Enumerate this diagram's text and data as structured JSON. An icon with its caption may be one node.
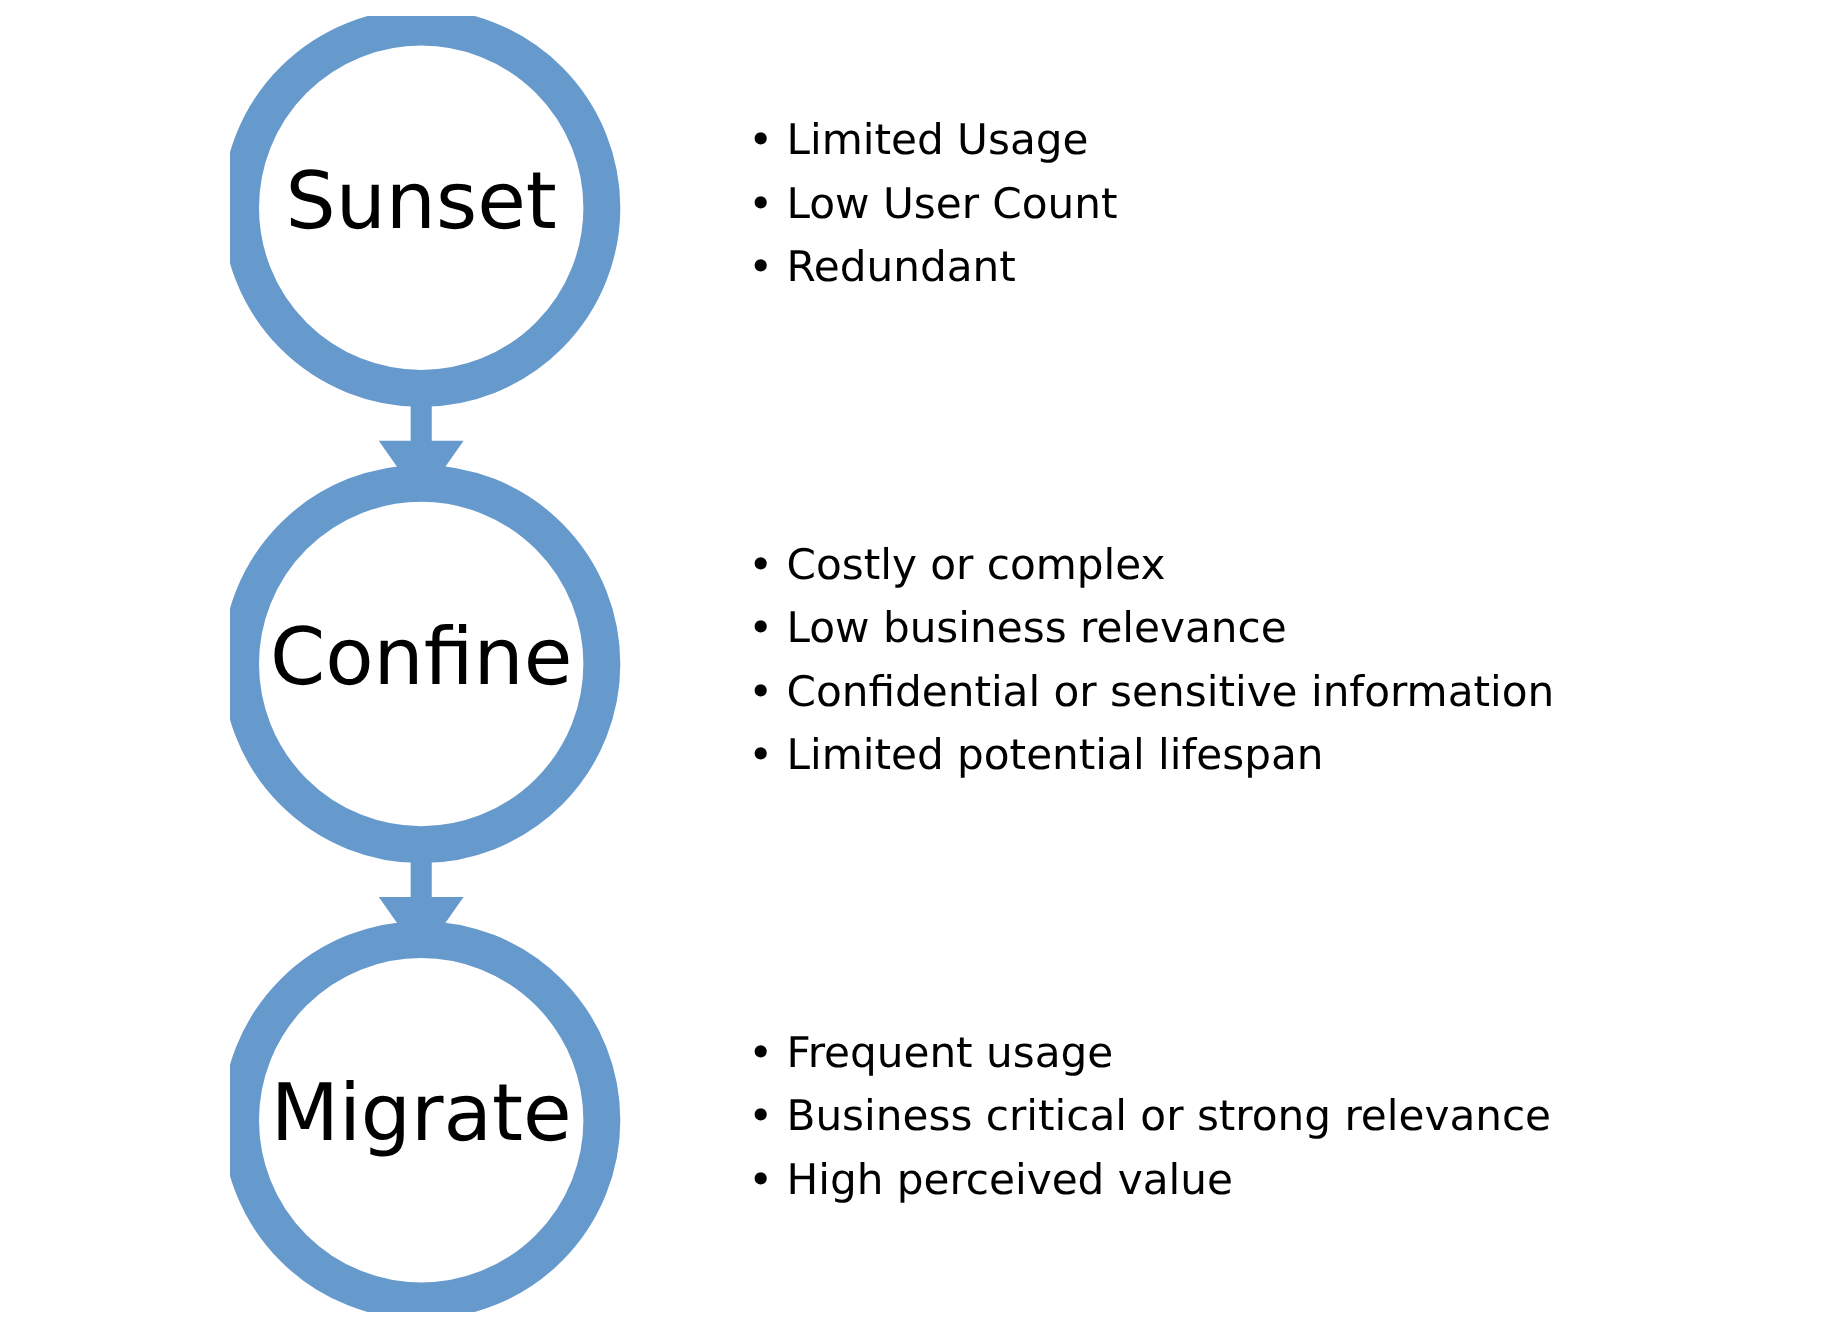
{
  "diagram": {
    "nodes": [
      {
        "text": [
          "Sunset"
        ],
        "beside": [
          "• Limited Usage",
          "• Low User Count",
          "• Redundant"
        ]
      },
      {
        "text": [
          "Confine"
        ],
        "beside": [
          "• Costly or complex",
          "• Low business relevance",
          "• Confidential or sensitive information",
          "• Limited potential lifespan"
        ]
      },
      {
        "text": [
          "Migrate"
        ],
        "beside": [
          "• Frequent usage",
          "• Business critical or strong relevance",
          "• High perceived value"
        ]
      }
    ],
    "edges": [
      {
        "from": 0,
        "to": 1,
        "arrow": "to"
      },
      {
        "from": 1,
        "to": 2,
        "arrow": "to"
      }
    ]
  }
}
